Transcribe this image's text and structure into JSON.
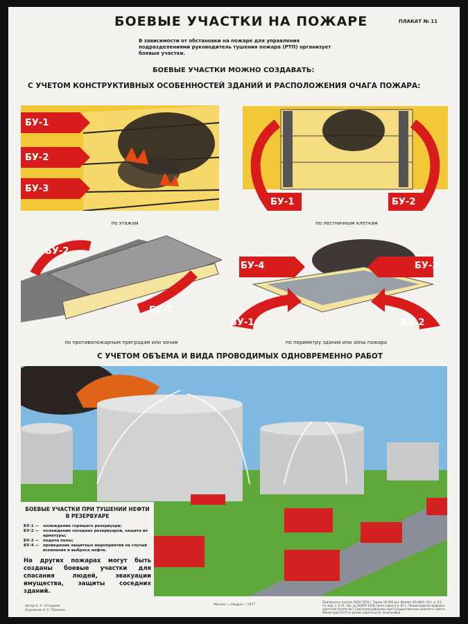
{
  "header": {
    "title": "БОЕВЫЕ УЧАСТКИ НА ПОЖАРЕ",
    "poster_number": "ПЛАКАТ № 11",
    "intro": "В зависимости от обстановки на пожаре для управления подразделениями руководитель тушения пожара (РТП) организует боевые участки.",
    "can_create": "БОЕВЫЕ УЧАСТКИ МОЖНО СОЗДАВАТЬ:"
  },
  "section1": {
    "title": "С УЧЕТОМ КОНСТРУКТИВНЫХ ОСОБЕННОСТЕЙ ЗДАНИЙ И РАСПОЛОЖЕНИЯ ОЧАГА ПОЖАРА:",
    "panels": [
      {
        "caption": "по этажам",
        "labels": [
          "БУ-1",
          "БУ-2",
          "БУ-3"
        ]
      },
      {
        "caption": "по лестничным клеткам",
        "labels": [
          "БУ-1",
          "БУ-2"
        ]
      },
      {
        "caption": "по противопожарным преградам или зонам",
        "labels": [
          "БУ-2",
          "БУ-1"
        ]
      },
      {
        "caption": "по периметру здания или зоны пожара",
        "labels": [
          "БУ-4",
          "БУ-3",
          "БУ-1",
          "БУ-2"
        ]
      }
    ]
  },
  "section2": {
    "title": "С УЧЕТОМ ОБЪЕМА И ВИДА ПРОВОДИМЫХ ОДНОВРЕМЕННО РАБОТ"
  },
  "legend": {
    "title": "БОЕВЫЕ УЧАСТКИ ПРИ ТУШЕНИИ НЕФТИ В РЕЗЕРВУАРЕ",
    "items": [
      {
        "code": "БУ-1 —",
        "text": "охлаждение горящего резервуара;"
      },
      {
        "code": "БУ-2 —",
        "text": "охлаждение соседних резервуаров, защита их арматуры;"
      },
      {
        "code": "БУ-3 —",
        "text": "подача пены;"
      },
      {
        "code": "БУ-4 —",
        "text": "проведение защитных мероприятий на случай вскипания и выброса нефти."
      }
    ],
    "note": "На других пожарах могут быть созданы боевые участки для спасания людей, эвакуации имущества, защиты соседних зданий."
  },
  "footer": {
    "credits": [
      "Автор А. А. Отподаев",
      "Художник Н. Е. Пронкин"
    ],
    "imprint": "Москва • «Недра» • 1977",
    "print_info": "Подписано к печати 20/XII 1976 г. Тираж 58 000 экз. Формат 60×90/2. Печ. л. 0,5. Уч.-изд. л. 0,76. Зак. № 1929/П-1838. Цена серии 9 р. 85 к. Ленинградская фабрика офсетной печати № 1 Союзполиграфпрома при Государственном комитете Совета Министров СССР по делам издательств, полиграфии"
  }
}
